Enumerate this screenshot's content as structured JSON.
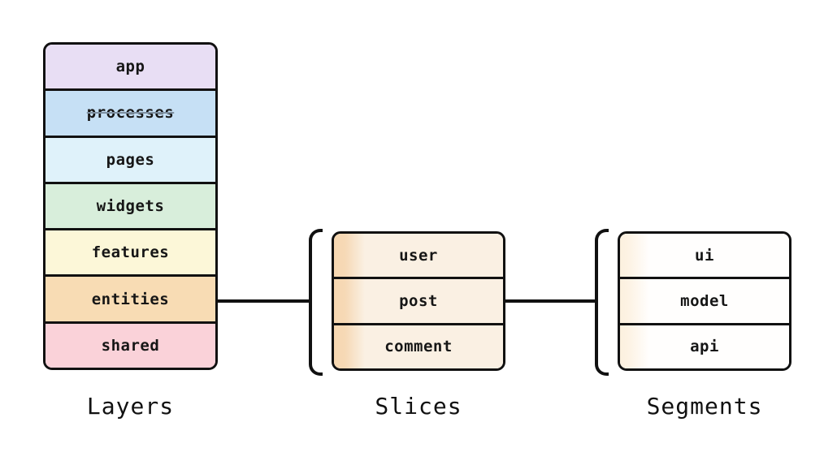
{
  "diagram_title": "",
  "stroke_color": "#111111",
  "background_color": "#ffffff",
  "text_color": "#161616",
  "layers": {
    "caption": "Layers",
    "rows": [
      {
        "label": "app",
        "color": "#e8def4",
        "deprecated": false
      },
      {
        "label": "processes",
        "color": "#c6e0f5",
        "deprecated": true
      },
      {
        "label": "pages",
        "color": "#dff2fa",
        "deprecated": false
      },
      {
        "label": "widgets",
        "color": "#d8eedb",
        "deprecated": false
      },
      {
        "label": "features",
        "color": "#fcf7d8",
        "deprecated": false
      },
      {
        "label": "entities",
        "color": "#f8dcb4",
        "deprecated": false
      },
      {
        "label": "shared",
        "color": "#fad2d9",
        "deprecated": false
      }
    ]
  },
  "slices": {
    "caption": "Slices",
    "row_background": "#faf0e3",
    "row_accent": "#f6d7b0",
    "rows": [
      {
        "label": "user"
      },
      {
        "label": "post"
      },
      {
        "label": "comment"
      }
    ]
  },
  "segments": {
    "caption": "Segments",
    "row_background": "#fffefd",
    "row_accent": "#fcf0de",
    "rows": [
      {
        "label": "ui"
      },
      {
        "label": "model"
      },
      {
        "label": "api"
      }
    ]
  }
}
